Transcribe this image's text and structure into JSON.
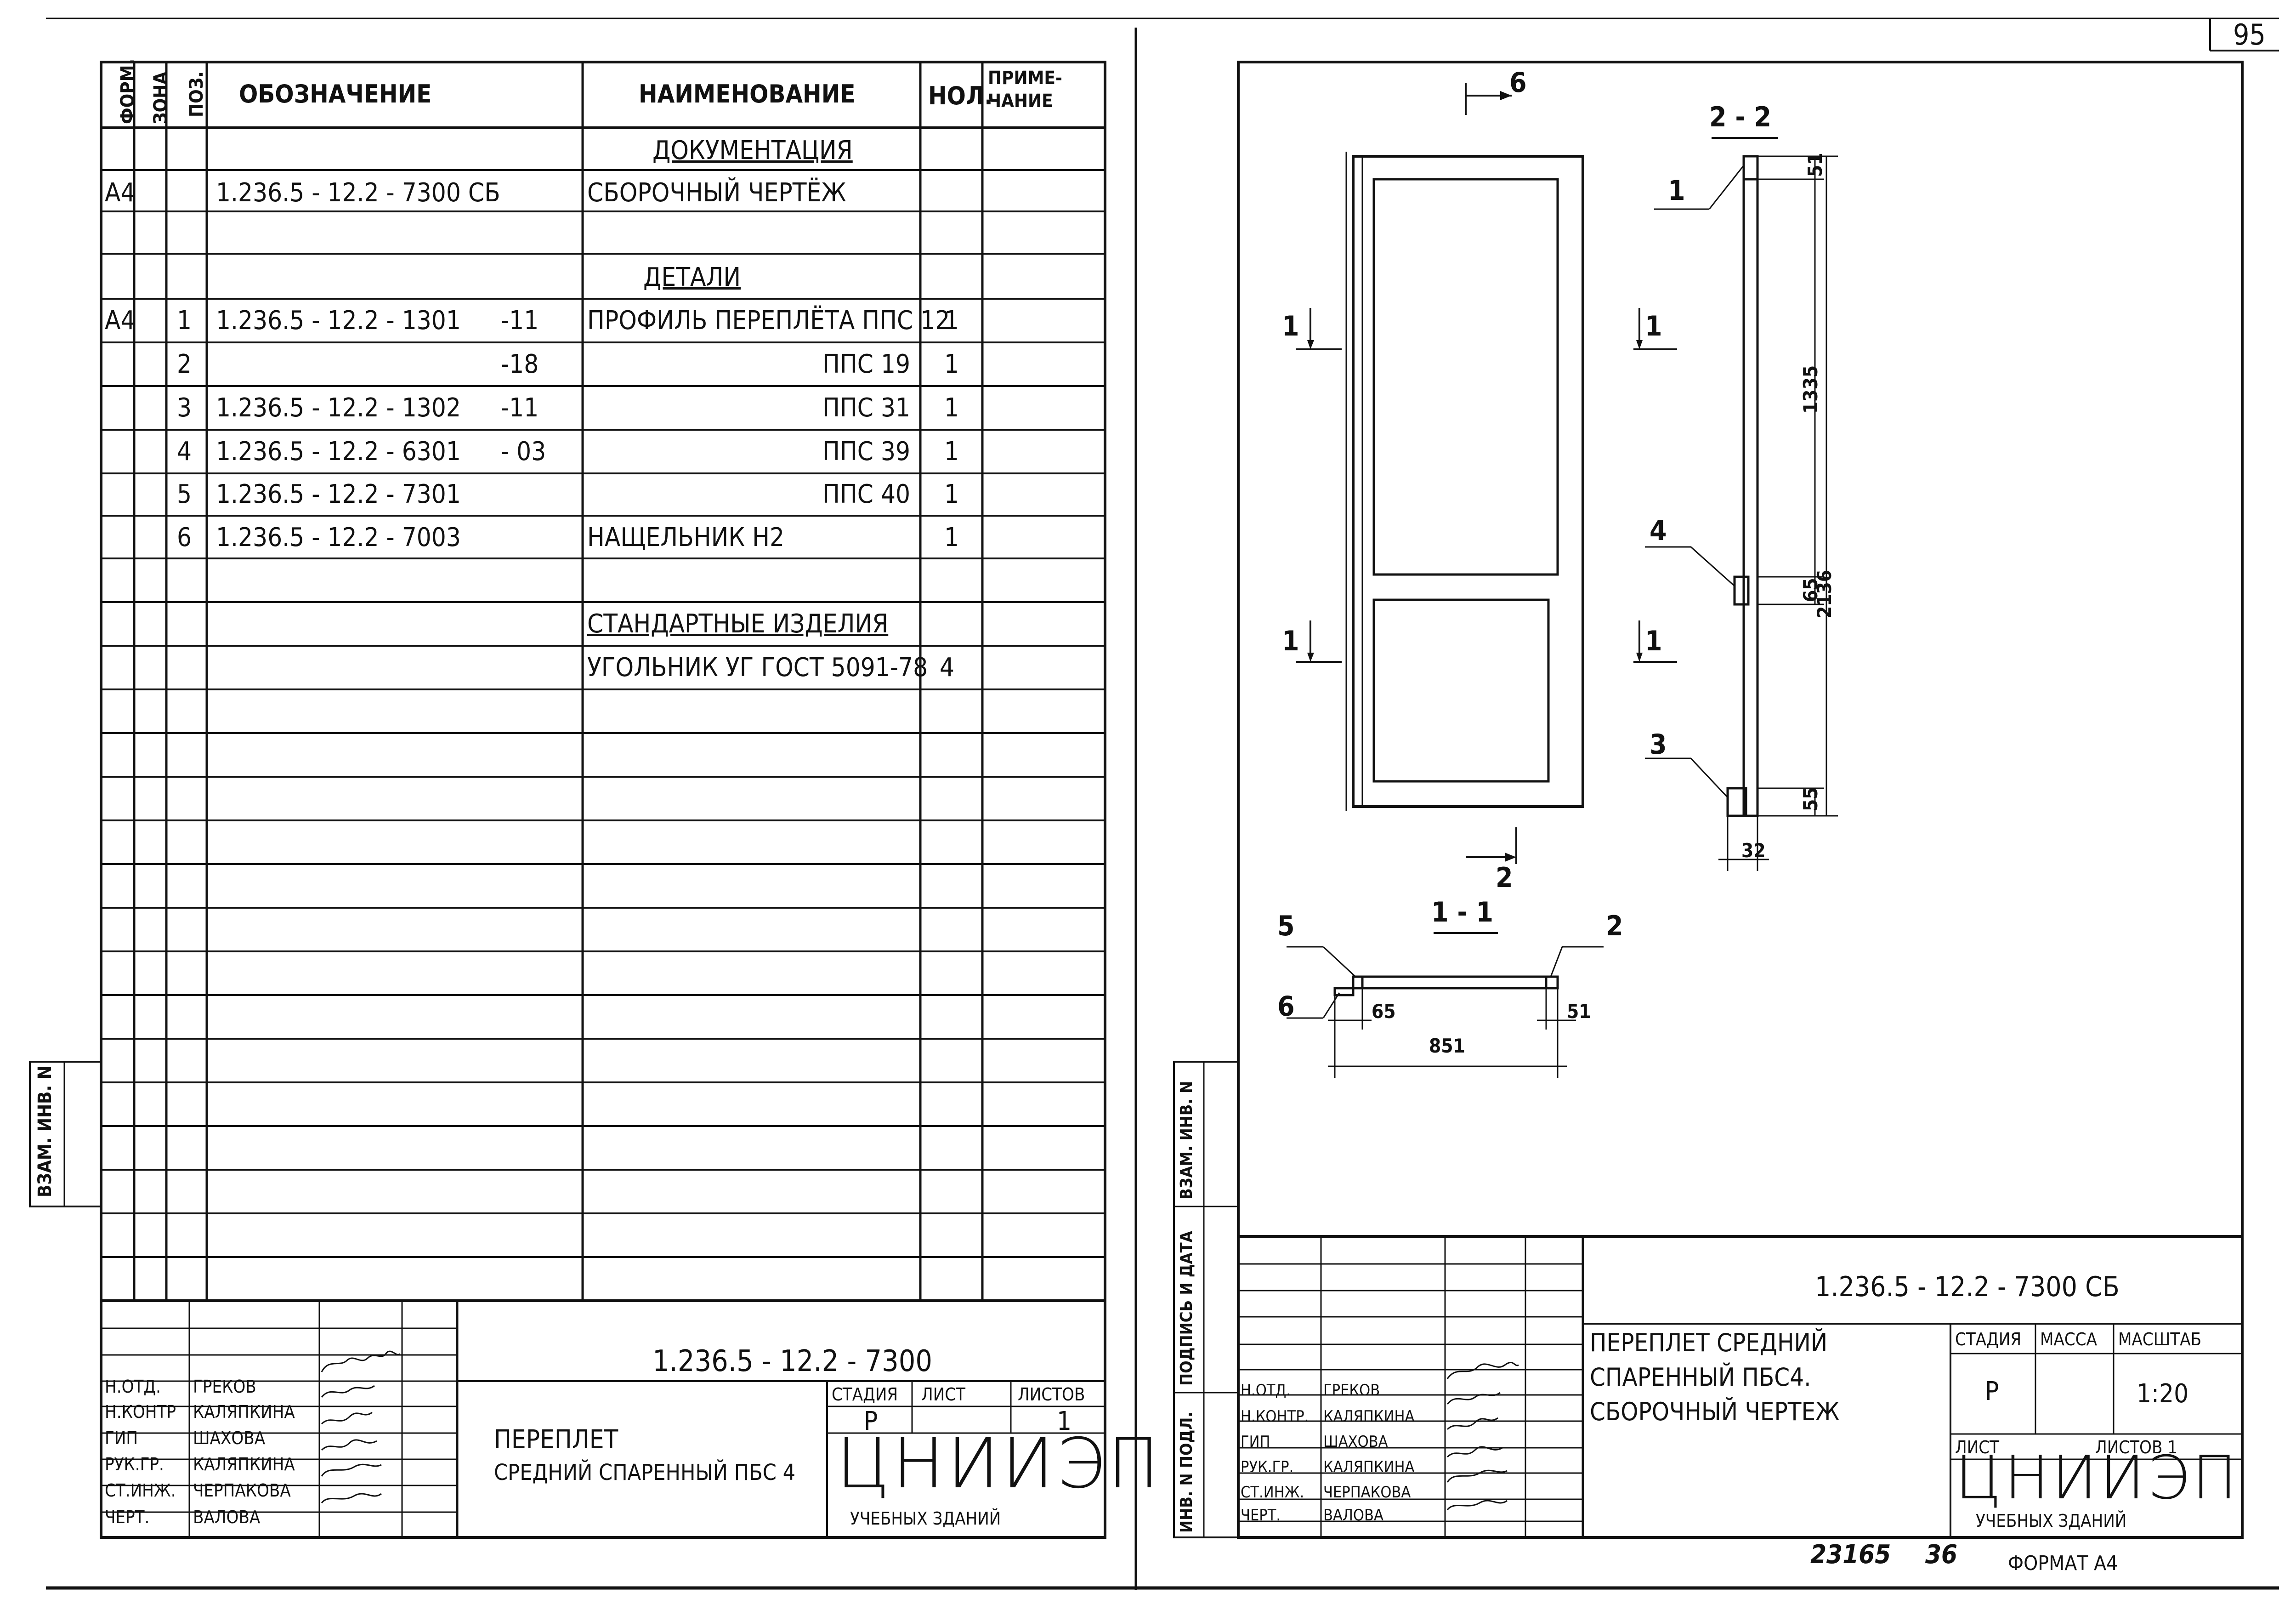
{
  "page_number": "95",
  "left_sheet": {
    "spec_headers": {
      "format": "ФОРМ.",
      "zone": "ЗОНА",
      "position": "ПОЗ.",
      "designation": "ОБОЗНАЧЕНИЕ",
      "name": "НАИМЕНОВАНИЕ",
      "quantity": "НОЛ.",
      "note_line1": "ПРИМЕ-",
      "note_line2": "ЧАНИЕ"
    },
    "sections": {
      "documentation": "ДОКУМЕНТАЦИЯ",
      "details": "ДЕТАЛИ",
      "standard": "СТАНДАРТНЫЕ ИЗДЕЛИЯ"
    },
    "rows": [
      {
        "format": "А4",
        "pos": "",
        "designation": "1.236.5 - 12.2 - 7300 СБ",
        "suffix": "",
        "name": "СБОРОЧНЫЙ ЧЕРТЁЖ",
        "qty": ""
      },
      {
        "format": "А4",
        "pos": "1",
        "designation": "1.236.5 - 12.2 - 1301",
        "suffix": "-11",
        "name": "ПРОФИЛЬ ПЕРЕПЛЁТА ППС 12",
        "qty": "1"
      },
      {
        "format": "",
        "pos": "2",
        "designation": "",
        "suffix": "-18",
        "name": "ППС 19",
        "qty": "1"
      },
      {
        "format": "",
        "pos": "3",
        "designation": "1.236.5 - 12.2 - 1302",
        "suffix": "-11",
        "name": "ППС 31",
        "qty": "1"
      },
      {
        "format": "",
        "pos": "4",
        "designation": "1.236.5 - 12.2 - 6301",
        "suffix": "- 03",
        "name": "ППС 39",
        "qty": "1"
      },
      {
        "format": "",
        "pos": "5",
        "designation": "1.236.5 - 12.2 - 7301",
        "suffix": "",
        "name": "ППС 40",
        "qty": "1"
      },
      {
        "format": "",
        "pos": "6",
        "designation": "1.236.5 - 12.2 - 7003",
        "suffix": "",
        "name": "НАЩЕЛЬНИК Н2",
        "qty": "1"
      },
      {
        "format": "",
        "pos": "",
        "designation": "",
        "suffix": "",
        "name": "УГОЛЬНИК УГ ГОСТ 5091-78",
        "qty": "4"
      }
    ],
    "side_label_top": "ВЗАМ. ИНВ. N",
    "title_block": {
      "code": "1.236.5 - 12.2 - 7300",
      "title_line1": "ПЕРЕПЛЕТ",
      "title_line2": "СРЕДНИЙ СПАРЕННЫЙ ПБС 4",
      "stage_label": "СТАДИЯ",
      "sheet_label": "ЛИСТ",
      "sheets_label": "ЛИСТОВ",
      "stage": "Р",
      "sheets": "1",
      "org_logo": "ЦНИИЭП",
      "org_subtitle": "УЧЕБНЫХ ЗДАНИЙ",
      "roles": [
        "Н.ОТД.",
        "Н.КОНТР",
        "ГИП",
        "РУК.ГР.",
        "СТ.ИНЖ.",
        "ЧЕРТ."
      ],
      "names": [
        "ГРЕКОВ",
        "КАЛЯПКИНА",
        "ШАХОВА",
        "КАЛЯПКИНА",
        "ЧЕРПАКОВА",
        "ВАЛОВА"
      ]
    }
  },
  "right_sheet": {
    "drawing": {
      "section_22": "2 - 2",
      "section_11": "1 - 1",
      "mark_6_top": "6",
      "mark_2": "2",
      "mark_1": "1",
      "callouts": [
        "1",
        "4",
        "3",
        "5",
        "6",
        "2"
      ],
      "dims_22": [
        "51",
        "1335",
        "65",
        "2136",
        "55",
        "32"
      ],
      "dims_11": [
        "65",
        "851",
        "51"
      ]
    },
    "side_labels": [
      "ВЗАМ. ИНВ. N",
      "ПОДПИСЬ И ДАТА",
      "ИНВ. N ПОДЛ."
    ],
    "title_block": {
      "code": "1.236.5 - 12.2 - 7300 СБ",
      "title_line1": "ПЕРЕПЛЕТ СРЕДНИЙ",
      "title_line2": "СПАРЕННЫЙ ПБС4.",
      "title_line3": "СБОРОЧНЫЙ ЧЕРТЕЖ",
      "stage_label": "СТАДИЯ",
      "mass_label": "МАССА",
      "scale_label": "МАСШТАБ",
      "stage": "Р",
      "scale": "1:20",
      "sheet_label": "ЛИСТ",
      "sheets_label": "ЛИСТОВ 1",
      "org_logo": "ЦНИИЭП",
      "org_subtitle": "УЧЕБНЫХ ЗДАНИЙ",
      "roles": [
        "Н.ОТД.",
        "Н.КОНТР.",
        "ГИП",
        "РУК.ГР.",
        "СТ.ИНЖ.",
        "ЧЕРТ."
      ],
      "names": [
        "ГРЕКОВ",
        "КАЛЯПКИНА",
        "ШАХОВА",
        "КАЛЯПКИНА",
        "ЧЕРПАКОВА",
        "ВАЛОВА"
      ]
    },
    "footer_number": "23165",
    "footer_page": "36",
    "footer_format": "ФОРМАТ А4"
  }
}
